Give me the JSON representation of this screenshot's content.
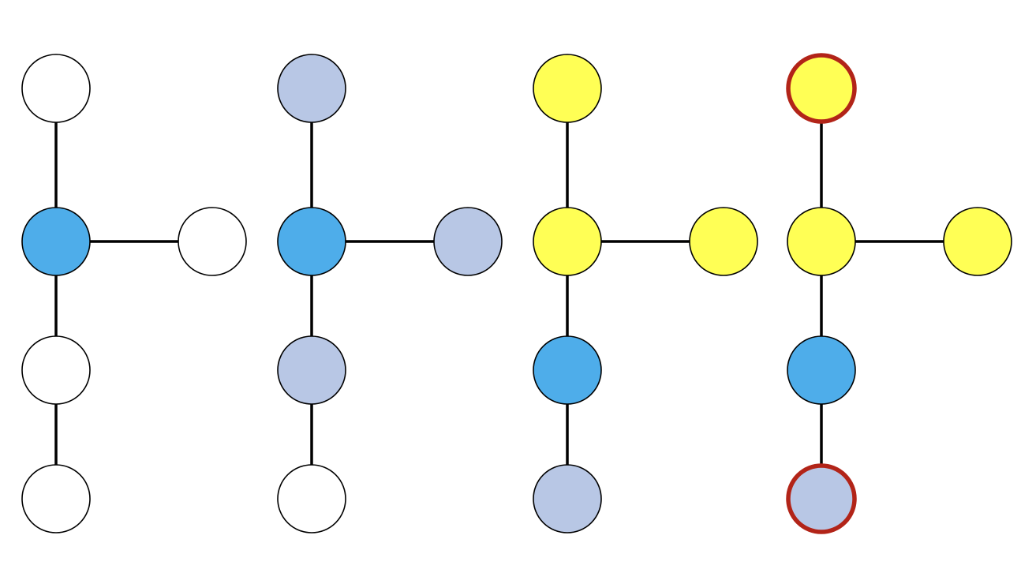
{
  "colors": {
    "background": "#ffffff",
    "edge": "#000000",
    "node_border": "#000000",
    "highlight_border": "#b22418",
    "palette": {
      "white": "#ffffff",
      "blue": "#4eadea",
      "light-blue": "#b8c7e5",
      "yellow": "#ffff55"
    }
  },
  "panels": [
    {
      "id": "panel-1",
      "nodes": {
        "top": {
          "fill": "white",
          "highlighted": false
        },
        "center": {
          "fill": "blue",
          "highlighted": false
        },
        "right": {
          "fill": "white",
          "highlighted": false
        },
        "lower": {
          "fill": "white",
          "highlighted": false
        },
        "bottom": {
          "fill": "white",
          "highlighted": false
        }
      }
    },
    {
      "id": "panel-2",
      "nodes": {
        "top": {
          "fill": "light-blue",
          "highlighted": false
        },
        "center": {
          "fill": "blue",
          "highlighted": false
        },
        "right": {
          "fill": "light-blue",
          "highlighted": false
        },
        "lower": {
          "fill": "light-blue",
          "highlighted": false
        },
        "bottom": {
          "fill": "white",
          "highlighted": false
        }
      }
    },
    {
      "id": "panel-3",
      "nodes": {
        "top": {
          "fill": "yellow",
          "highlighted": false
        },
        "center": {
          "fill": "yellow",
          "highlighted": false
        },
        "right": {
          "fill": "yellow",
          "highlighted": false
        },
        "lower": {
          "fill": "blue",
          "highlighted": false
        },
        "bottom": {
          "fill": "light-blue",
          "highlighted": false
        }
      }
    },
    {
      "id": "panel-4",
      "nodes": {
        "top": {
          "fill": "yellow",
          "highlighted": true
        },
        "center": {
          "fill": "yellow",
          "highlighted": false
        },
        "right": {
          "fill": "yellow",
          "highlighted": false
        },
        "lower": {
          "fill": "blue",
          "highlighted": false
        },
        "bottom": {
          "fill": "light-blue",
          "highlighted": true
        }
      }
    }
  ],
  "edges": [
    [
      "top",
      "center"
    ],
    [
      "center",
      "right"
    ],
    [
      "center",
      "lower"
    ],
    [
      "lower",
      "bottom"
    ]
  ]
}
